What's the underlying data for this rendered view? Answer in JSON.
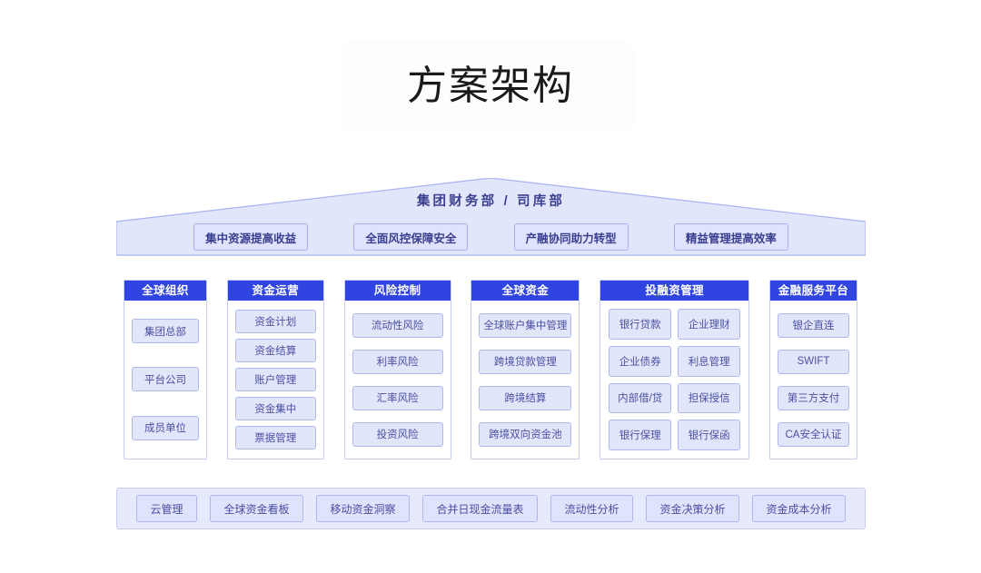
{
  "page": {
    "title": "方案架构"
  },
  "banner": {
    "roof_label": "集团财务部 / 司库部",
    "pills": [
      {
        "label": "集中资源提高收益"
      },
      {
        "label": "全面风控保障安全"
      },
      {
        "label": "产融协同助力转型"
      },
      {
        "label": "精益管理提高效率"
      }
    ]
  },
  "columns": [
    {
      "header": "全球组织",
      "layout": "single",
      "items": [
        "集团总部",
        "平台公司",
        "成员单位"
      ]
    },
    {
      "header": "资金运营",
      "layout": "single",
      "items": [
        "资金计划",
        "资金结算",
        "账户管理",
        "资金集中",
        "票据管理"
      ]
    },
    {
      "header": "风险控制",
      "layout": "single",
      "items": [
        "流动性风险",
        "利率风险",
        "汇率风险",
        "投资风险"
      ]
    },
    {
      "header": "全球资金",
      "layout": "single",
      "items": [
        "全球账户集中管理",
        "跨境贷款管理",
        "跨境结算",
        "跨境双向资金池"
      ]
    },
    {
      "header": "投融资管理",
      "layout": "grid2",
      "items": [
        "银行贷款",
        "企业理财",
        "企业债券",
        "利息管理",
        "内部借/贷",
        "担保授信",
        "银行保理",
        "银行保函"
      ]
    },
    {
      "header": "金融服务平台",
      "layout": "single",
      "items": [
        "银企直连",
        "SWIFT",
        "第三方支付",
        "CA安全认证"
      ]
    }
  ],
  "bottom_bar": {
    "items": [
      {
        "label": "云管理"
      },
      {
        "label": "全球资金看板"
      },
      {
        "label": "移动资金洞察"
      },
      {
        "label": "合并日现金流量表"
      },
      {
        "label": "流动性分析"
      },
      {
        "label": "资金决策分析"
      },
      {
        "label": "资金成本分析"
      }
    ]
  },
  "colors": {
    "header_blue": "#2F44E0",
    "cell_fill": "#E2E6FB",
    "cell_border": "#AEB8EF",
    "roof_fill": "#E2E6FB",
    "roof_stroke": "#A8B2EF",
    "text_indigo": "#4A4FA0",
    "title_black": "#1A1A1A",
    "page_background": "#FFFFFF"
  }
}
